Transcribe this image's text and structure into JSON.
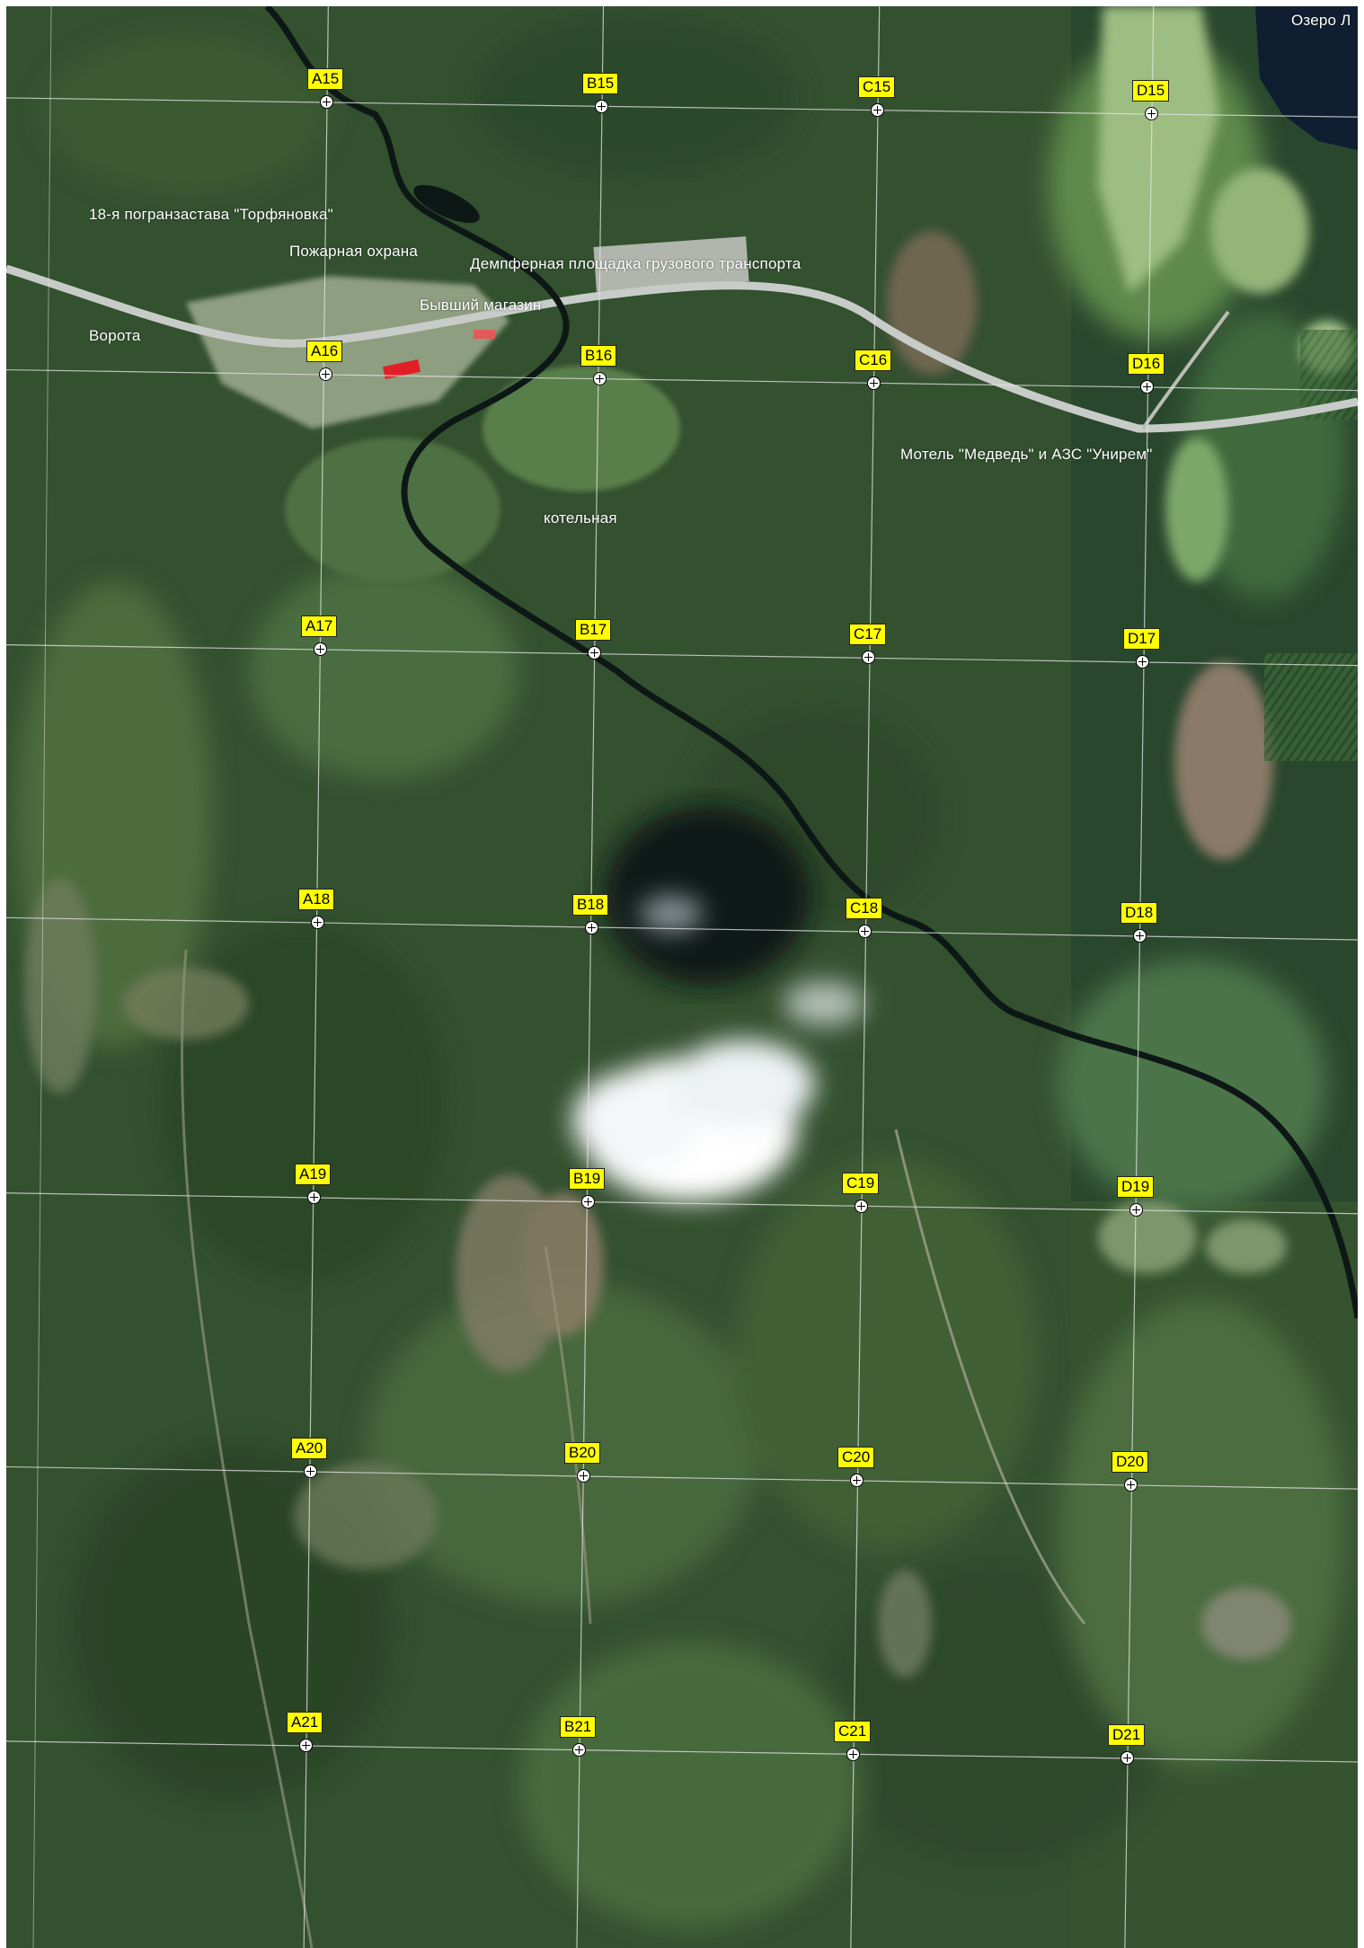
{
  "map": {
    "colors": {
      "forest_dark": "#263f25",
      "forest_mid": "#3c5e35",
      "forest_light": "#5f8547",
      "clearing": "#8a8a6a",
      "meadow": "#a9c58a",
      "river": "#0e1a18",
      "road": "#c8ccc8",
      "lake": "#0f1e30",
      "cloud": "#ffffff",
      "label_bg": "#ffff00",
      "grid_line": "#e6e6e6"
    },
    "place_labels": [
      {
        "id": "ozero",
        "text": "Озеро Л"
      },
      {
        "id": "zastava",
        "text": "18-я погранзастава \"Торфяновка\""
      },
      {
        "id": "pozharnaya",
        "text": "Пожарная охрана"
      },
      {
        "id": "dempfernaya",
        "text": "Демпферная площадка грузового транспорта"
      },
      {
        "id": "magazin",
        "text": "Бывший магазин"
      },
      {
        "id": "vorota",
        "text": "Ворота"
      },
      {
        "id": "motel",
        "text": "Мотель \"Медведь\" и АЗС \"Унирем\""
      },
      {
        "id": "kotelnaya",
        "text": "котельная"
      }
    ],
    "grid_labels": [
      "A15",
      "B15",
      "C15",
      "D15",
      "A16",
      "B16",
      "C16",
      "D16",
      "A17",
      "B17",
      "C17",
      "D17",
      "A18",
      "B18",
      "C18",
      "D18",
      "A19",
      "B19",
      "C19",
      "D19",
      "A20",
      "B20",
      "C20",
      "D20",
      "A21",
      "B21",
      "C21",
      "D21"
    ]
  }
}
